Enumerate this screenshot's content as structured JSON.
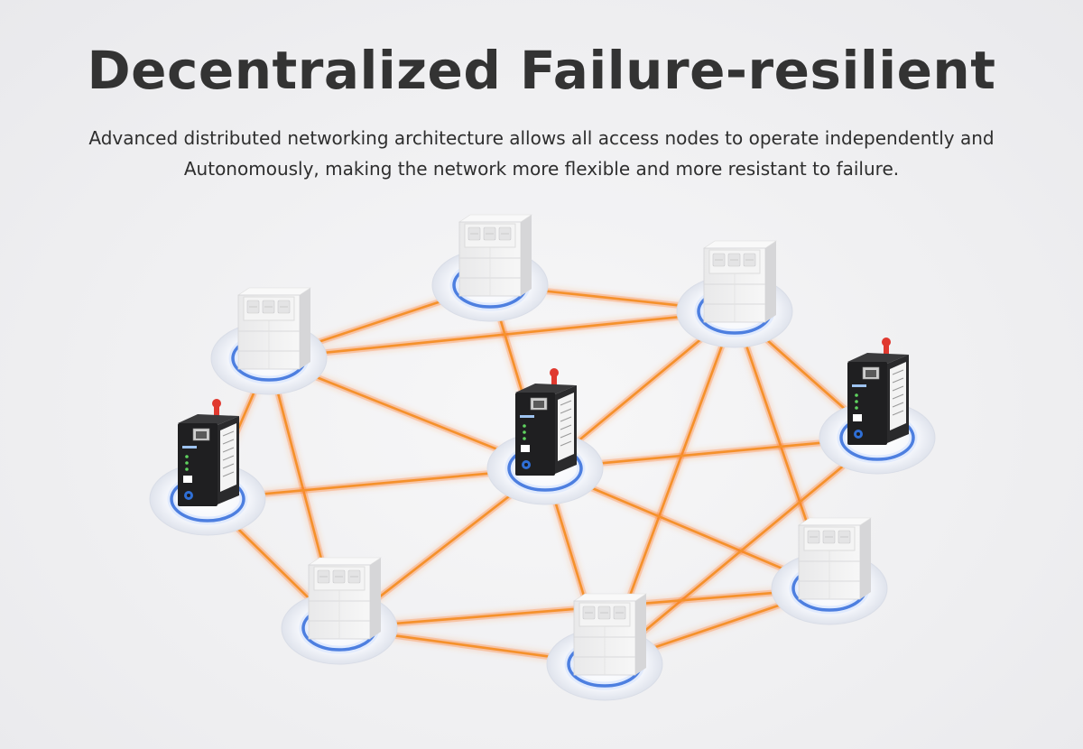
{
  "header": {
    "title": "Decentralized Failure-resilient",
    "subtitle_line1": "Advanced distributed networking architecture allows all access nodes to operate independently and",
    "subtitle_line2": "Autonomously, making the network more flexible and more resistant to failure."
  },
  "colors": {
    "link": "#f5912b",
    "link_glow": "#ff7a2a",
    "ring": "#4d7fe0",
    "device_white": "#f1f1f1",
    "gateway_black": "#1f1f21",
    "antenna": "#e0392f"
  },
  "network": {
    "nodes": [
      {
        "id": "n1",
        "kind": "white-module"
      },
      {
        "id": "n2",
        "kind": "white-module"
      },
      {
        "id": "n3",
        "kind": "white-module"
      },
      {
        "id": "n4",
        "kind": "gateway"
      },
      {
        "id": "n5",
        "kind": "gateway"
      },
      {
        "id": "n6",
        "kind": "gateway"
      },
      {
        "id": "n7",
        "kind": "white-module"
      },
      {
        "id": "n8",
        "kind": "white-module"
      },
      {
        "id": "n9",
        "kind": "white-module"
      }
    ],
    "links": [
      [
        "n1",
        "n2"
      ],
      [
        "n2",
        "n3"
      ],
      [
        "n1",
        "n3"
      ],
      [
        "n1",
        "n4"
      ],
      [
        "n1",
        "n5"
      ],
      [
        "n1",
        "n7"
      ],
      [
        "n2",
        "n5"
      ],
      [
        "n3",
        "n5"
      ],
      [
        "n3",
        "n6"
      ],
      [
        "n3",
        "n8"
      ],
      [
        "n3",
        "n9"
      ],
      [
        "n4",
        "n5"
      ],
      [
        "n4",
        "n7"
      ],
      [
        "n5",
        "n6"
      ],
      [
        "n5",
        "n7"
      ],
      [
        "n5",
        "n8"
      ],
      [
        "n5",
        "n9"
      ],
      [
        "n6",
        "n8"
      ],
      [
        "n7",
        "n8"
      ],
      [
        "n7",
        "n9"
      ],
      [
        "n8",
        "n9"
      ]
    ]
  }
}
